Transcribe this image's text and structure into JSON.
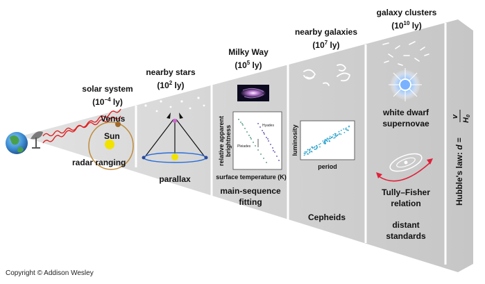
{
  "stages": [
    {
      "title": "solar system",
      "distance_prefix": "(10",
      "distance_exp": "−4",
      "distance_suffix": " ly)",
      "labels": [
        "Venus",
        "Sun"
      ],
      "method": "radar ranging"
    },
    {
      "title": "nearby stars",
      "distance_prefix": "(10",
      "distance_exp": "2",
      "distance_suffix": " ly)",
      "method": "parallax"
    },
    {
      "title": "Milky Way",
      "distance_prefix": "(10",
      "distance_exp": "5",
      "distance_suffix": " ly)",
      "plot": {
        "ylabel_line1": "relative apparent",
        "ylabel_line2": "brightness",
        "xlabel": "surface temperature (K)",
        "cluster_a": "Pleiades",
        "cluster_b": "Hyades"
      },
      "method_line1": "main-sequence",
      "method_line2": "fitting"
    },
    {
      "title": "nearby galaxies",
      "distance_prefix": "(10",
      "distance_exp": "7",
      "distance_suffix": " ly)",
      "plot": {
        "ylabel": "luminosity",
        "xlabel": "period"
      },
      "method": "Cepheids"
    },
    {
      "title": "galaxy clusters",
      "distance_prefix": "(10",
      "distance_exp": "10",
      "distance_suffix": " ly)",
      "method_a_line1": "white dwarf",
      "method_a_line2": "supernovae",
      "method_b_line1": "Tully–Fisher",
      "method_b_line2": "relation",
      "method_c_line1": "distant",
      "method_c_line2": "standards"
    }
  ],
  "hubble": {
    "prefix": "Hubble's law: ",
    "d": "d",
    "eq": " = ",
    "v": "v",
    "H": "H",
    "sub": "0"
  },
  "copyright": "Copyright © Addison Wesley",
  "colors": {
    "panel": "#c9c9c9",
    "panel_light": "#e4e4e4",
    "divider": "#ffffff",
    "radar": "#e02020",
    "sun": "#f2e200",
    "orbit": "#c08a3a",
    "baseline": "#2a6dd8",
    "cepheid": "#2aa2cc",
    "arrow": "#e0203a"
  }
}
